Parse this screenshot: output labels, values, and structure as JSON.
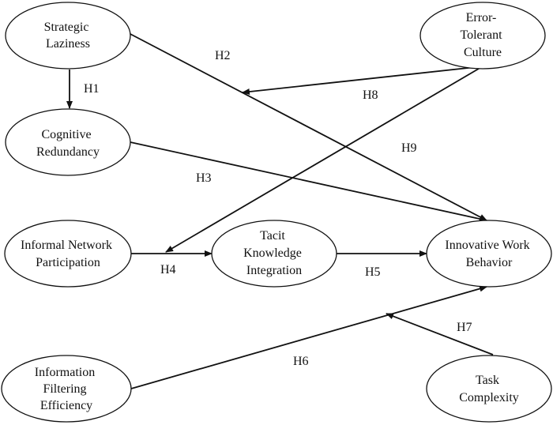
{
  "nodes": {
    "strategic_laziness": [
      "Strategic",
      "Laziness"
    ],
    "cognitive_redundancy": [
      "Cognitive",
      "Redundancy"
    ],
    "informal_network_participation": [
      "Informal Network",
      "Participation"
    ],
    "information_filtering_efficiency": [
      "Information",
      "Filtering",
      "Efficiency"
    ],
    "tacit_knowledge_integration": [
      "Tacit",
      "Knowledge",
      "Integration"
    ],
    "error_tolerant_culture": [
      "Error-",
      "Tolerant",
      "Culture"
    ],
    "innovative_work_behavior": [
      "Innovative Work",
      "Behavior"
    ],
    "task_complexity": [
      "Task",
      "Complexity"
    ]
  },
  "hypotheses": {
    "h1": "H1",
    "h2": "H2",
    "h3": "H3",
    "h4": "H4",
    "h5": "H5",
    "h6": "H6",
    "h7": "H7",
    "h8": "H8",
    "h9": "H9"
  },
  "colors": {
    "stroke": "#111111",
    "fill": "#ffffff"
  }
}
